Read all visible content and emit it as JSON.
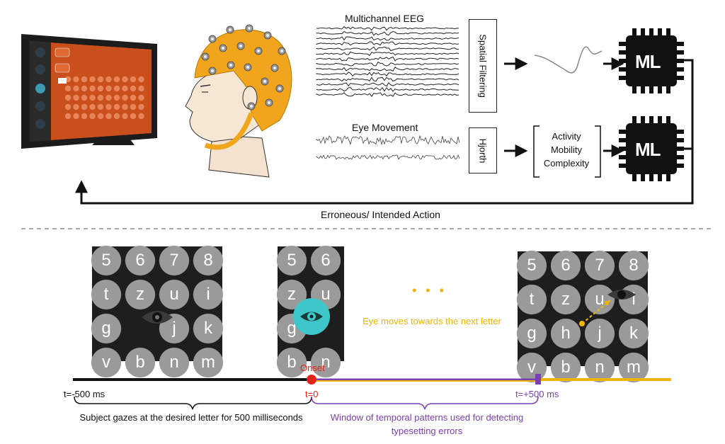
{
  "top": {
    "eeg_title": "Multichannel EEG",
    "eye_title": "Eye Movement",
    "spatial_filtering": "Spatial Filtering",
    "hjorth": "Hjorth",
    "features": [
      "Activity",
      "Mobility",
      "Complexity"
    ],
    "ml_label": "ML",
    "feedback_label": "Erroneous/ Intended Action"
  },
  "bottom": {
    "panel1_keys": [
      "5",
      "6",
      "7",
      "8",
      "t",
      "z",
      "u",
      "i",
      "g",
      "",
      "j",
      "k",
      "v",
      "b",
      "n",
      "m"
    ],
    "panel2_keys": [
      "5",
      "6",
      "z",
      "u",
      "g",
      "",
      "b",
      "n"
    ],
    "panel3_keys": [
      "5",
      "6",
      "7",
      "8",
      "t",
      "z",
      "u",
      "i",
      "g",
      "h",
      "j",
      "k",
      "v",
      "b",
      "n",
      "m"
    ],
    "dots": "• • •",
    "eye_moves_note": "Eye moves towards the next letter",
    "onset_label": "Onset",
    "t_start": "t=-500 ms",
    "t_zero": "t=0",
    "t_end": "t=+500 ms",
    "gaze_note": "Subject gazes at the desired letter for 500 milliseconds",
    "window_note": "Window of temporal patterns used for detecting typesetting errors"
  },
  "colors": {
    "onset_red": "#e2231a",
    "purple": "#7a3fb0",
    "gold": "#f0b400",
    "eye_teal": "#3ec6c9",
    "eeg_cap": "#f0a51c",
    "keyboard_orange": "#d2541d"
  }
}
